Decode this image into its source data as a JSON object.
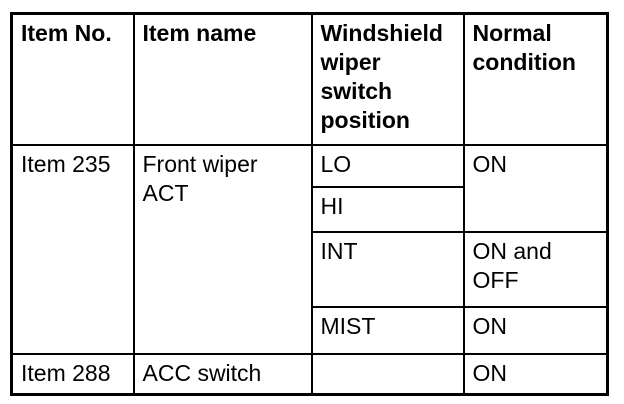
{
  "colors": {
    "background": "#ffffff",
    "text": "#000000",
    "border": "#000000"
  },
  "table": {
    "headers": [
      "Item No.",
      "Item name",
      "Windshield wiper switch position",
      "Normal condition"
    ],
    "groups": [
      {
        "item_no": "Item 235",
        "item_name": "Front wiper ACT",
        "switch_rows": [
          {
            "position": "LO",
            "condition": "ON",
            "condition_rowspan": 2
          },
          {
            "position": "HI"
          },
          {
            "position": "INT",
            "condition": "ON and OFF"
          },
          {
            "position": "MIST",
            "condition": "ON"
          }
        ]
      },
      {
        "item_no": "Item 288",
        "item_name": "ACC switch",
        "switch_rows": [
          {
            "position": "",
            "condition": "ON"
          }
        ]
      }
    ]
  }
}
